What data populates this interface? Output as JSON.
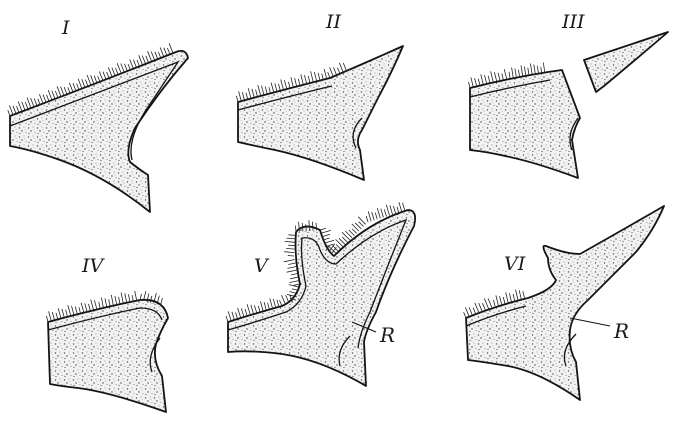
{
  "panels": [
    {
      "numeral": "I"
    },
    {
      "numeral": "II"
    },
    {
      "numeral": "III"
    },
    {
      "numeral": "IV"
    },
    {
      "numeral": "V",
      "marker": "R"
    },
    {
      "numeral": "VI",
      "marker": "R"
    }
  ],
  "colors": {
    "ink": "#141414",
    "tissue_fill": "#f2f2f2",
    "background": "#ffffff"
  }
}
